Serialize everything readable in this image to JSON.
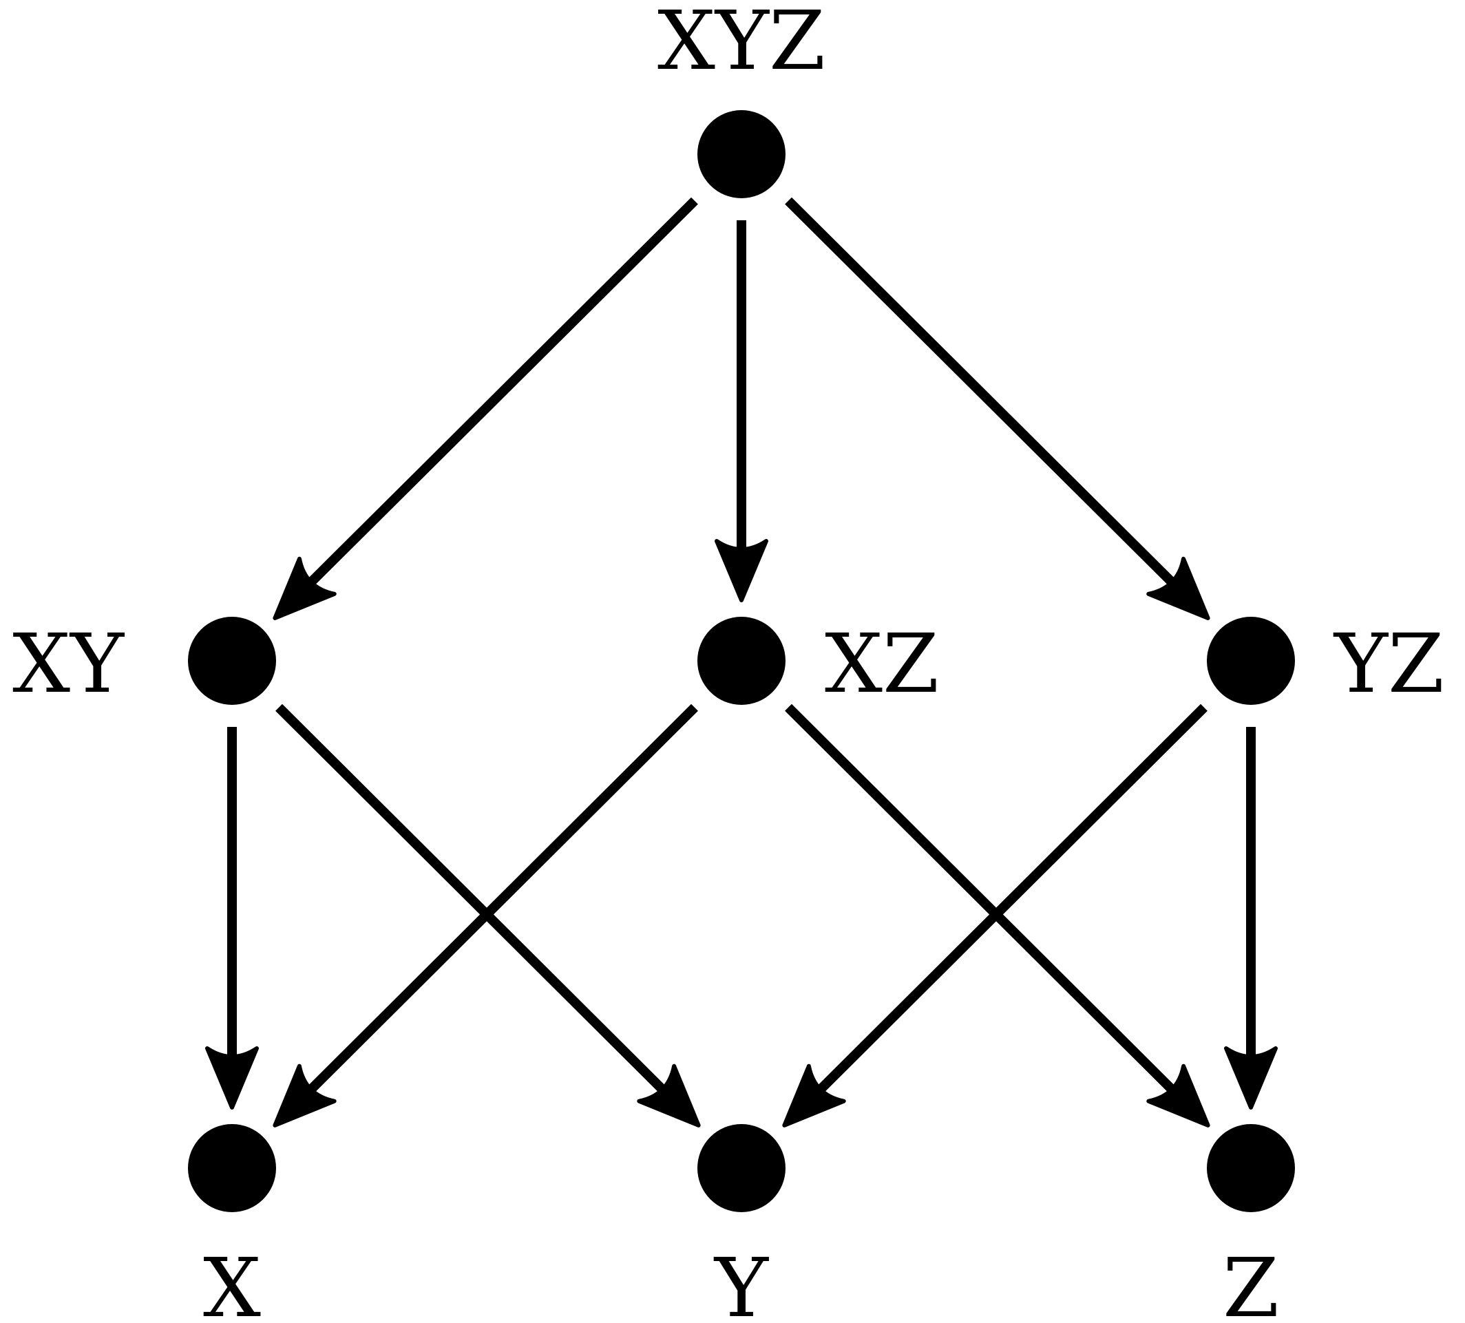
{
  "diagram": {
    "nodes": [
      {
        "id": "xyz",
        "label": "XYZ"
      },
      {
        "id": "xy",
        "label": "XY"
      },
      {
        "id": "xz",
        "label": "XZ"
      },
      {
        "id": "yz",
        "label": "YZ"
      },
      {
        "id": "x",
        "label": "X"
      },
      {
        "id": "y",
        "label": "Y"
      },
      {
        "id": "z",
        "label": "Z"
      }
    ],
    "edges": [
      {
        "from": "xyz",
        "to": "xy"
      },
      {
        "from": "xyz",
        "to": "xz"
      },
      {
        "from": "xyz",
        "to": "yz"
      },
      {
        "from": "xy",
        "to": "x"
      },
      {
        "from": "xy",
        "to": "y"
      },
      {
        "from": "xz",
        "to": "x"
      },
      {
        "from": "xz",
        "to": "z"
      },
      {
        "from": "yz",
        "to": "y"
      },
      {
        "from": "yz",
        "to": "z"
      }
    ],
    "colors": {
      "stroke": "#000000",
      "node_fill": "#000000",
      "background": "#ffffff"
    }
  }
}
